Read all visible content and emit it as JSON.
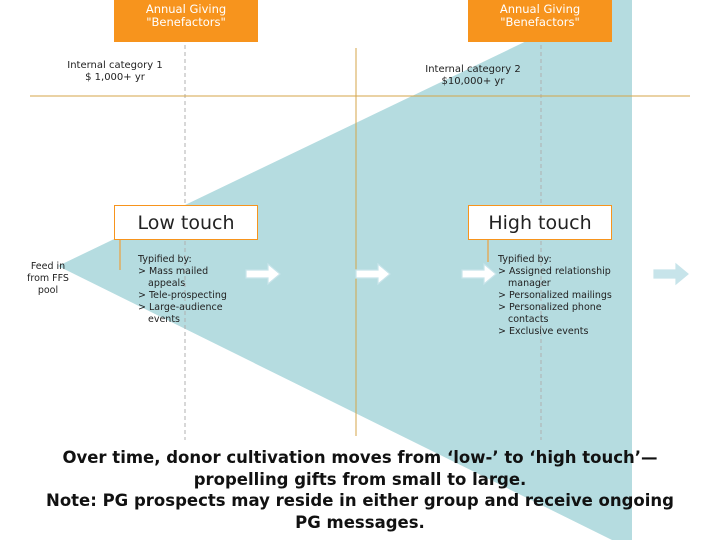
{
  "colors": {
    "accent": "#f7941d",
    "wedge": "#b5dce0",
    "axis": "#d4a64a",
    "guide": "#b0b0b0",
    "arrow": "#c7e4ea"
  },
  "left_header": {
    "line1": "Annual Giving",
    "line2": "\"Benefactors\""
  },
  "right_header": {
    "line1": "Annual Giving",
    "line2": "\"Benefactors\""
  },
  "category1": {
    "line1": "Internal category 1",
    "line2": "$ 1,000+ yr"
  },
  "category2": {
    "line1": "Internal category 2",
    "line2": "$10,000+ yr"
  },
  "low_touch": {
    "title": "Low touch",
    "heading": "Typified by:",
    "items": [
      "Mass mailed appeals",
      "Tele-prospecting",
      "Large-audience events"
    ]
  },
  "high_touch": {
    "title": "High touch",
    "heading": "Typified by:",
    "items": [
      "Assigned relationship manager",
      "Personalized mailings",
      "Personalized phone contacts",
      "Exclusive events"
    ]
  },
  "feed": {
    "line1": "Feed in",
    "line2": "from FFS",
    "line3": "pool"
  },
  "footer": {
    "line1": "Over time, donor cultivation moves from ‘low-’ to ‘high touch’—",
    "line2": "propelling gifts from small to large.",
    "line3": "Note: PG prospects may reside in either group and receive ongoing",
    "line4": "PG messages."
  }
}
